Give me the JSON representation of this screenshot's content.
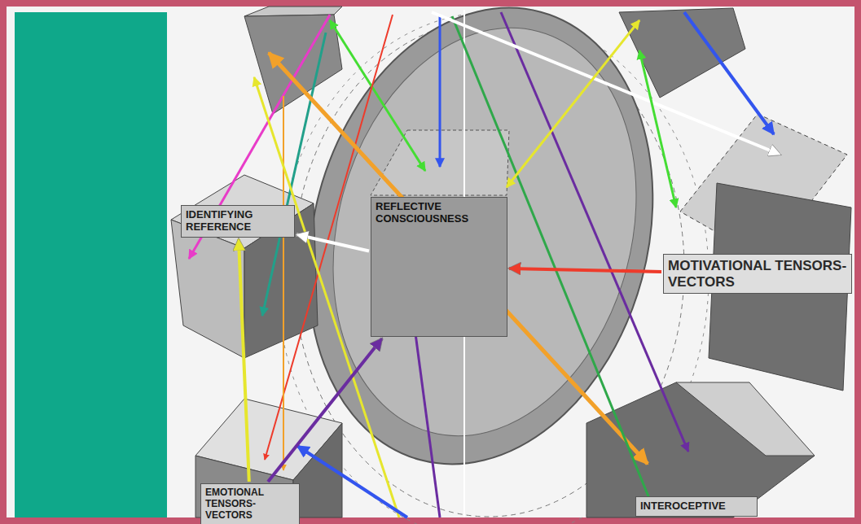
{
  "diagram": {
    "nodes": [
      {
        "text": [
          "IDENTIFYING REFERENCE"
        ]
      },
      {
        "text": [
          "REFLECTIVE CONSCIOUSNESS"
        ]
      },
      {
        "text": [
          "MOTIVATIONAL TENSORS-VECTORS"
        ]
      },
      {
        "text": [
          "EMOTIONAL TENSORS-VECTORS"
        ]
      },
      {
        "text": [
          "INTEROCEPTIVE"
        ]
      }
    ],
    "edges": [
      {
        "from": 1,
        "to": 0,
        "arrow": "to"
      },
      {
        "from": 2,
        "to": 1,
        "arrow": "to"
      },
      {
        "from": 3,
        "to": 1,
        "arrow": "to"
      },
      {
        "from": 3,
        "to": 0,
        "arrow": "to"
      }
    ]
  }
}
